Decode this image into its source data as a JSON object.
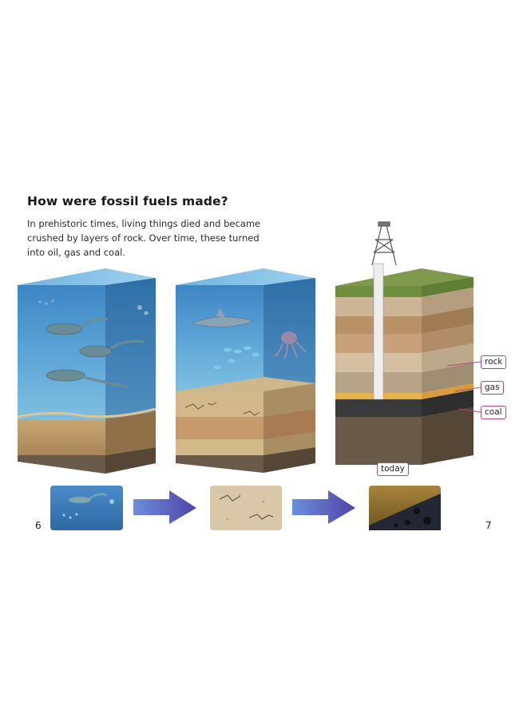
{
  "page": {
    "title": "How were fossil fuels made?",
    "intro_lines": [
      "In prehistoric times, living things died and became",
      "crushed by layers of rock. Over time, these turned",
      "into oil, gas and coal."
    ]
  },
  "labels": {
    "rock": "rock",
    "gas": "gas",
    "coal": "coal",
    "today": "today"
  },
  "page_numbers": {
    "left": "6",
    "right": "7"
  },
  "colors": {
    "label_border": "#b1457e",
    "arrow": "#5a58b0",
    "water": "#4f97cf",
    "grass": "#6f8f3f"
  }
}
